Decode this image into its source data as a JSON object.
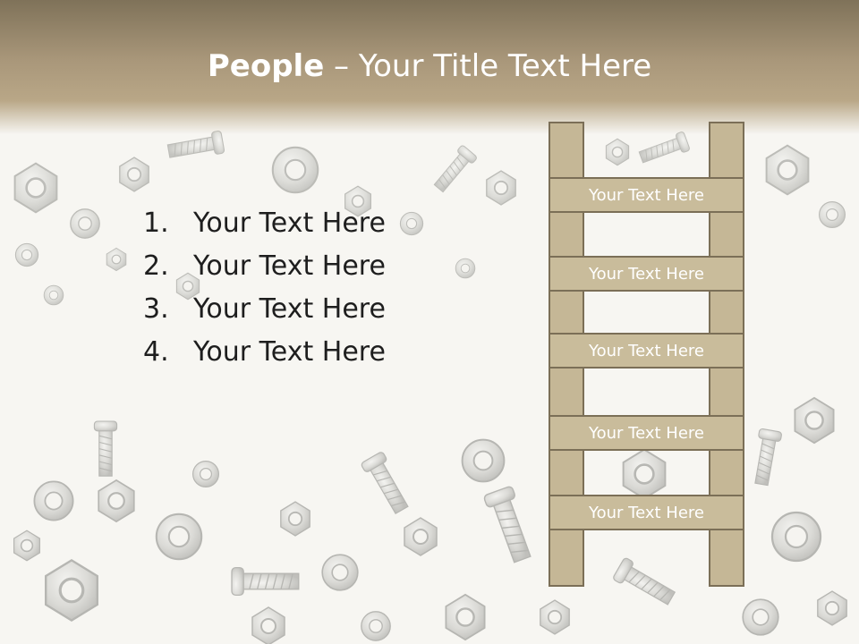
{
  "slide": {
    "title_bold": "People",
    "title_rest": " – Your Title Text Here",
    "list_items": [
      {
        "number": "1.",
        "text": "Your Text Here"
      },
      {
        "number": "2.",
        "text": "Your Text Here"
      },
      {
        "number": "3.",
        "text": "Your Text Here"
      },
      {
        "number": "4.",
        "text": "Your Text Here"
      }
    ],
    "ladder_rungs": [
      "Your Text Here",
      "Your Text Here",
      "Your Text Here",
      "Your Text Here",
      "Your Text Here"
    ]
  },
  "colors": {
    "title_band": "#a9977a",
    "ladder_fill": "#c5b796",
    "ladder_border": "#7b6f57",
    "title_text": "#ffffff",
    "body_text": "#1e1e1e"
  },
  "icons": {
    "background": "nuts-bolts-washers-photo"
  }
}
